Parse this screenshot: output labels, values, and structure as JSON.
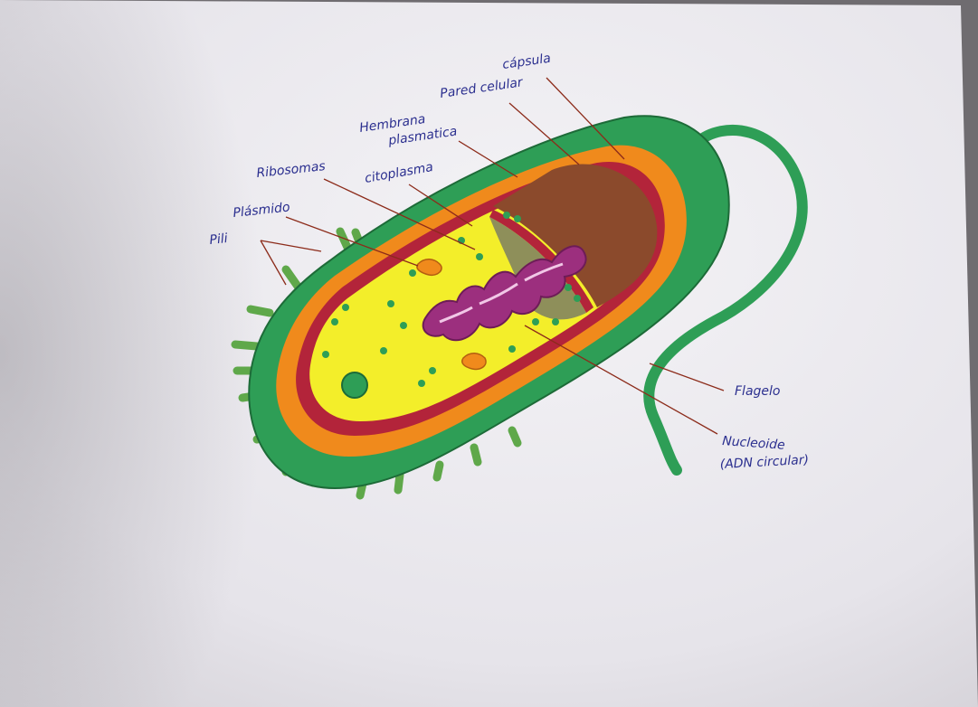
{
  "labels": {
    "capsula": "cápsula",
    "pared": "Pared celular",
    "membrana_line1": "Hembrana",
    "membrana_line2": "plasmatica",
    "citoplasma": "citoplasma",
    "ribosomas": "Ribosomas",
    "plasmido": "Plásmido",
    "pili": "Pili",
    "flagelo": "Flagelo",
    "nucleoide_line1": "Nucleoide",
    "nucleoide_line2": "(ADN circular)"
  },
  "colors": {
    "capsule": "#2e9e56",
    "wall_orange": "#f08a1c",
    "membrane_red": "#b3243a",
    "cytoplasm_yellow": "#f3ee2a",
    "nucleoid_purple": "#9c2f7e",
    "wall_brown": "#8b4a2c",
    "label_ink": "#2b2f8f",
    "pointer_line": "#8c2b1a"
  }
}
